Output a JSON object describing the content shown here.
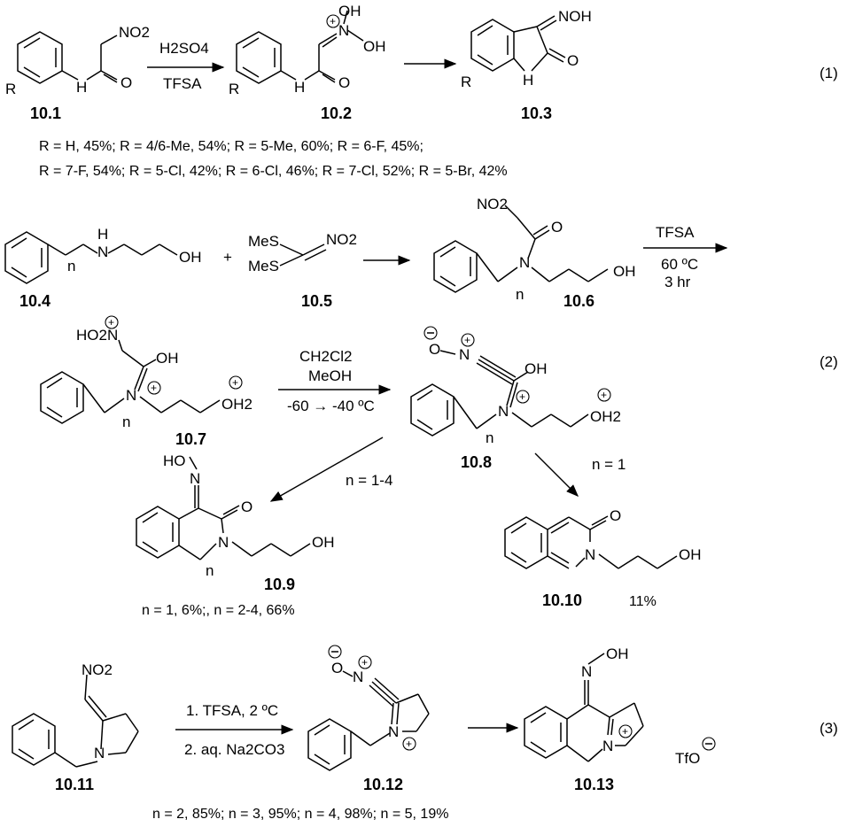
{
  "equation_numbers": {
    "eq1": "(1)",
    "eq2": "(2)",
    "eq3": "(3)"
  },
  "compound_labels": {
    "c10_1": "10.1",
    "c10_2": "10.2",
    "c10_3": "10.3",
    "c10_4": "10.4",
    "c10_5": "10.5",
    "c10_6": "10.6",
    "c10_7": "10.7",
    "c10_8": "10.8",
    "c10_9": "10.9",
    "c10_10": "10.10",
    "c10_11": "10.11",
    "c10_12": "10.12",
    "c10_13": "10.13"
  },
  "conditions": {
    "r1_top": "H2SO4",
    "r1_bottom": "TFSA",
    "r2_tfsa": "TFSA",
    "r2_temp": "60 ºC",
    "r2_time": "3 hr",
    "r2_solvent1": "CH2Cl2",
    "r2_solvent2": "MeOH",
    "r2_temp2": "-60 → -40 ºC",
    "r2_n_branch1": "n = 1-4",
    "r2_n_branch2": "n = 1",
    "r3_step1": "1. TFSA, 2 ºC",
    "r3_step2": "2. aq. Na2CO3"
  },
  "yields": {
    "r1_line1": "R = H, 45%; R = 4/6-Me, 54%; R = 5-Me, 60%; R = 6-F, 45%;",
    "r1_line2": "R = 7-F,  54%; R = 5-Cl, 42%; R = 6-Cl, 46%; R = 7-Cl, 52%; R = 5-Br, 42%",
    "c10_9": "n = 1, 6%;, n = 2-4, 66%",
    "c10_10": "11%",
    "r3": "n = 2, 85%; n = 3, 95%; n = 4, 98%; n = 5, 19%"
  },
  "atoms": {
    "NO2": "NO2",
    "R": "R",
    "H": "H",
    "O": "O",
    "N": "N",
    "OH": "OH",
    "NOH": "NOH",
    "HO": "HO",
    "MeS": "MeS",
    "plus": "+",
    "n": "n",
    "HO2N": "HO2N",
    "OH2": "OH2",
    "O_minus": "O",
    "TfO": "TfO",
    "plus_sign": "+"
  },
  "colors": {
    "ink": "#000000",
    "background": "#ffffff"
  }
}
